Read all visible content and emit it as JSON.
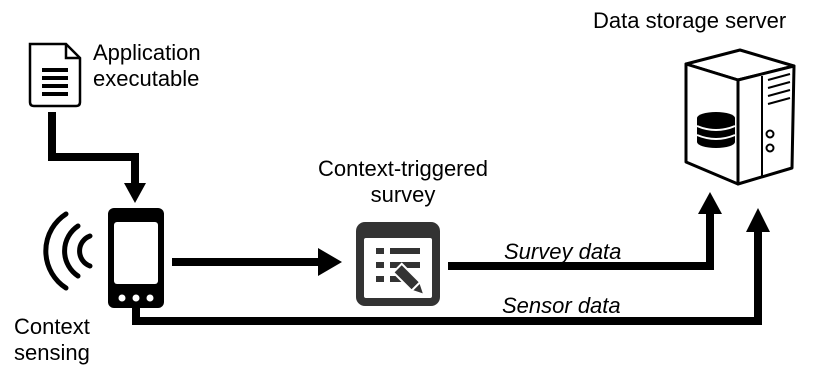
{
  "labels": {
    "app": [
      "Application",
      "executable"
    ],
    "server": "Data storage server",
    "survey": [
      "Context-triggered",
      "survey"
    ],
    "survey_data": "Survey data",
    "sensor_data": "Sensor data",
    "sensing": [
      "Context",
      "sensing"
    ]
  },
  "icons": {
    "document": "document-icon",
    "server": "server-icon",
    "phone": "smartphone-icon",
    "signal": "wireless-signal-icon",
    "survey": "survey-form-icon"
  },
  "colors": {
    "stroke": "#000000",
    "survey_icon_dark": "#333333",
    "server_fill": "#ffffff"
  }
}
